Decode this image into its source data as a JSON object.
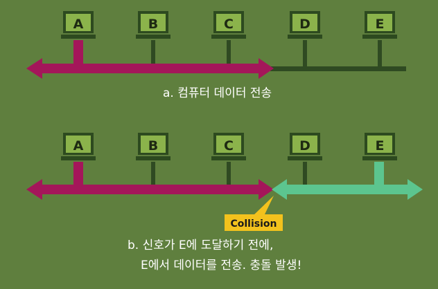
{
  "colors": {
    "background": "#5f7f3e",
    "cable_idle": "#2f4a22",
    "signal_a": "#a4165a",
    "signal_e": "#5cc58f",
    "screen": "#8bb34b",
    "computer_frame": "#2d4a1f",
    "collision_badge": "#f3c21d"
  },
  "panel_a": {
    "caption": "a. 컴퓨터 데이터 전송",
    "computers": [
      "A",
      "B",
      "C",
      "D",
      "E"
    ]
  },
  "panel_b": {
    "caption_line1": "b. 신호가 E에 도달하기 전에,",
    "caption_line2": "E에서 데이터를 전송. 충돌 발생!",
    "computers": [
      "A",
      "B",
      "C",
      "D",
      "E"
    ],
    "collision_label": "Collision"
  }
}
